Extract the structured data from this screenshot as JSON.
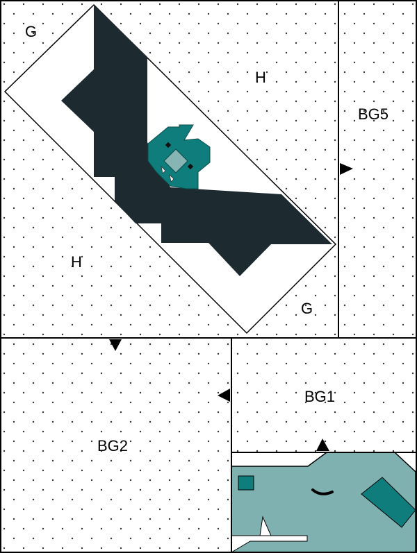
{
  "diagram": {
    "labels": {
      "g_top": "G",
      "h_top": "H",
      "bg5": "BG5",
      "h_bottom": "H",
      "g_bottom": "G",
      "bg1": "BG1",
      "bg2": "BG2"
    },
    "colors": {
      "outline": "#000000",
      "dots": "#333333",
      "bat_body": "#1d2a30",
      "bat_head": "#0f7d7b",
      "bat_face": "#86b5b3",
      "creature": "#7fb1b0",
      "creature_accent": "#0f7d7b"
    },
    "icons": [
      "marker-triangle-icon",
      "bat-icon",
      "creature-head-icon"
    ]
  }
}
